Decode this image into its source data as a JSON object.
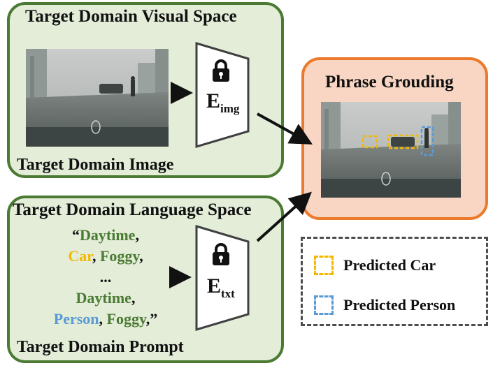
{
  "visual_panel": {
    "title": "Target Domain Visual Space",
    "footer": "Target Domain Image",
    "encoder": {
      "symbol": "E",
      "subscript": "img"
    }
  },
  "language_panel": {
    "title": "Target Domain Language Space",
    "footer": "Target Domain Prompt",
    "prompt_lines": [
      [
        {
          "text": "“",
          "color": "default"
        },
        {
          "text": "Daytime",
          "color": "green"
        },
        {
          "text": ",",
          "color": "default"
        }
      ],
      [
        {
          "text": "Car",
          "color": "orange"
        },
        {
          "text": ", ",
          "color": "default"
        },
        {
          "text": "Foggy",
          "color": "green"
        },
        {
          "text": ",",
          "color": "default"
        }
      ],
      [
        {
          "text": "...",
          "color": "default"
        }
      ],
      [
        {
          "text": "Daytime",
          "color": "green"
        },
        {
          "text": ",",
          "color": "default"
        }
      ],
      [
        {
          "text": "Person",
          "color": "blue"
        },
        {
          "text": ", ",
          "color": "default"
        },
        {
          "text": "Foggy",
          "color": "green"
        },
        {
          "text": ",”",
          "color": "default"
        }
      ]
    ],
    "encoder": {
      "symbol": "E",
      "subscript": "txt"
    }
  },
  "grounding_panel": {
    "title": "Phrase Grouding"
  },
  "legend": {
    "items": [
      {
        "label": "Predicted Car",
        "color": "#f5b800"
      },
      {
        "label": "Predicted Person",
        "color": "#5b9bd5"
      }
    ]
  },
  "colors": {
    "panel_green_border": "#4b7a33",
    "panel_green_fill": "#e3edd8",
    "panel_orange_border": "#ec7a2c",
    "panel_orange_fill": "#f8d6c3",
    "car": "#f5b800",
    "person": "#5b9bd5"
  }
}
